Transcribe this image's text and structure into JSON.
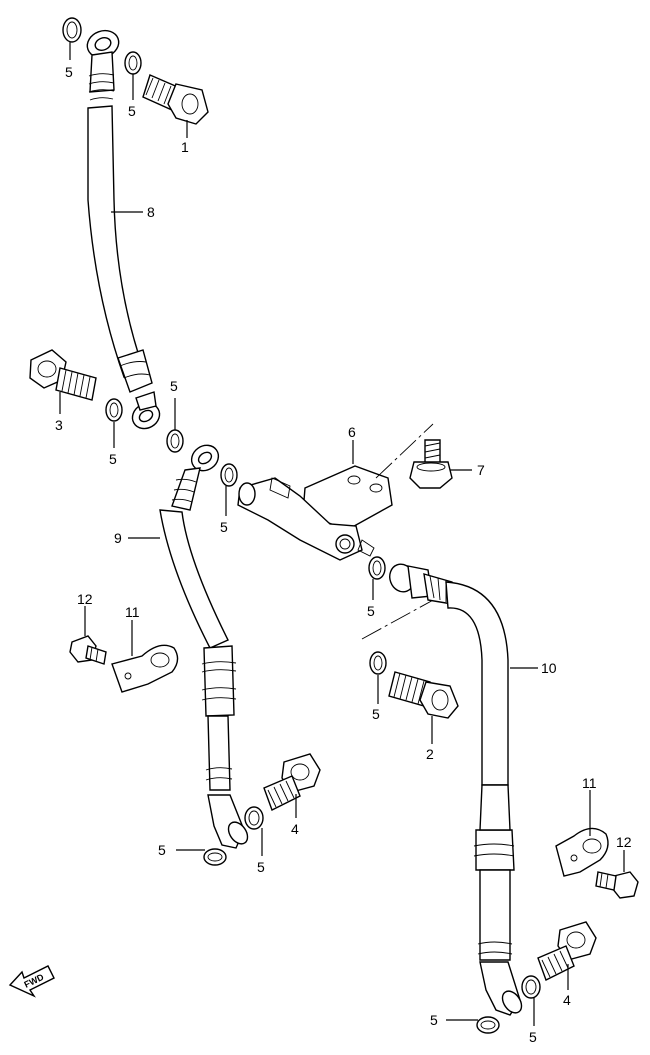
{
  "callouts": [
    {
      "id": "c-5a",
      "label": "5"
    },
    {
      "id": "c-5b",
      "label": "5"
    },
    {
      "id": "c-1",
      "label": "1"
    },
    {
      "id": "c-8",
      "label": "8"
    },
    {
      "id": "c-3",
      "label": "3"
    },
    {
      "id": "c-5c",
      "label": "5"
    },
    {
      "id": "c-5d",
      "label": "5"
    },
    {
      "id": "c-6",
      "label": "6"
    },
    {
      "id": "c-7",
      "label": "7"
    },
    {
      "id": "c-9",
      "label": "9"
    },
    {
      "id": "c-5e",
      "label": "5"
    },
    {
      "id": "c-5f",
      "label": "5"
    },
    {
      "id": "c-12a",
      "label": "12"
    },
    {
      "id": "c-11a",
      "label": "11"
    },
    {
      "id": "c-10",
      "label": "10"
    },
    {
      "id": "c-5g",
      "label": "5"
    },
    {
      "id": "c-2",
      "label": "2"
    },
    {
      "id": "c-4a",
      "label": "4"
    },
    {
      "id": "c-5h",
      "label": "5"
    },
    {
      "id": "c-5i",
      "label": "5"
    },
    {
      "id": "c-11b",
      "label": "11"
    },
    {
      "id": "c-12b",
      "label": "12"
    },
    {
      "id": "c-4b",
      "label": "4"
    },
    {
      "id": "c-5j",
      "label": "5"
    },
    {
      "id": "c-5k",
      "label": "5"
    }
  ],
  "fwd_label": "FWD"
}
